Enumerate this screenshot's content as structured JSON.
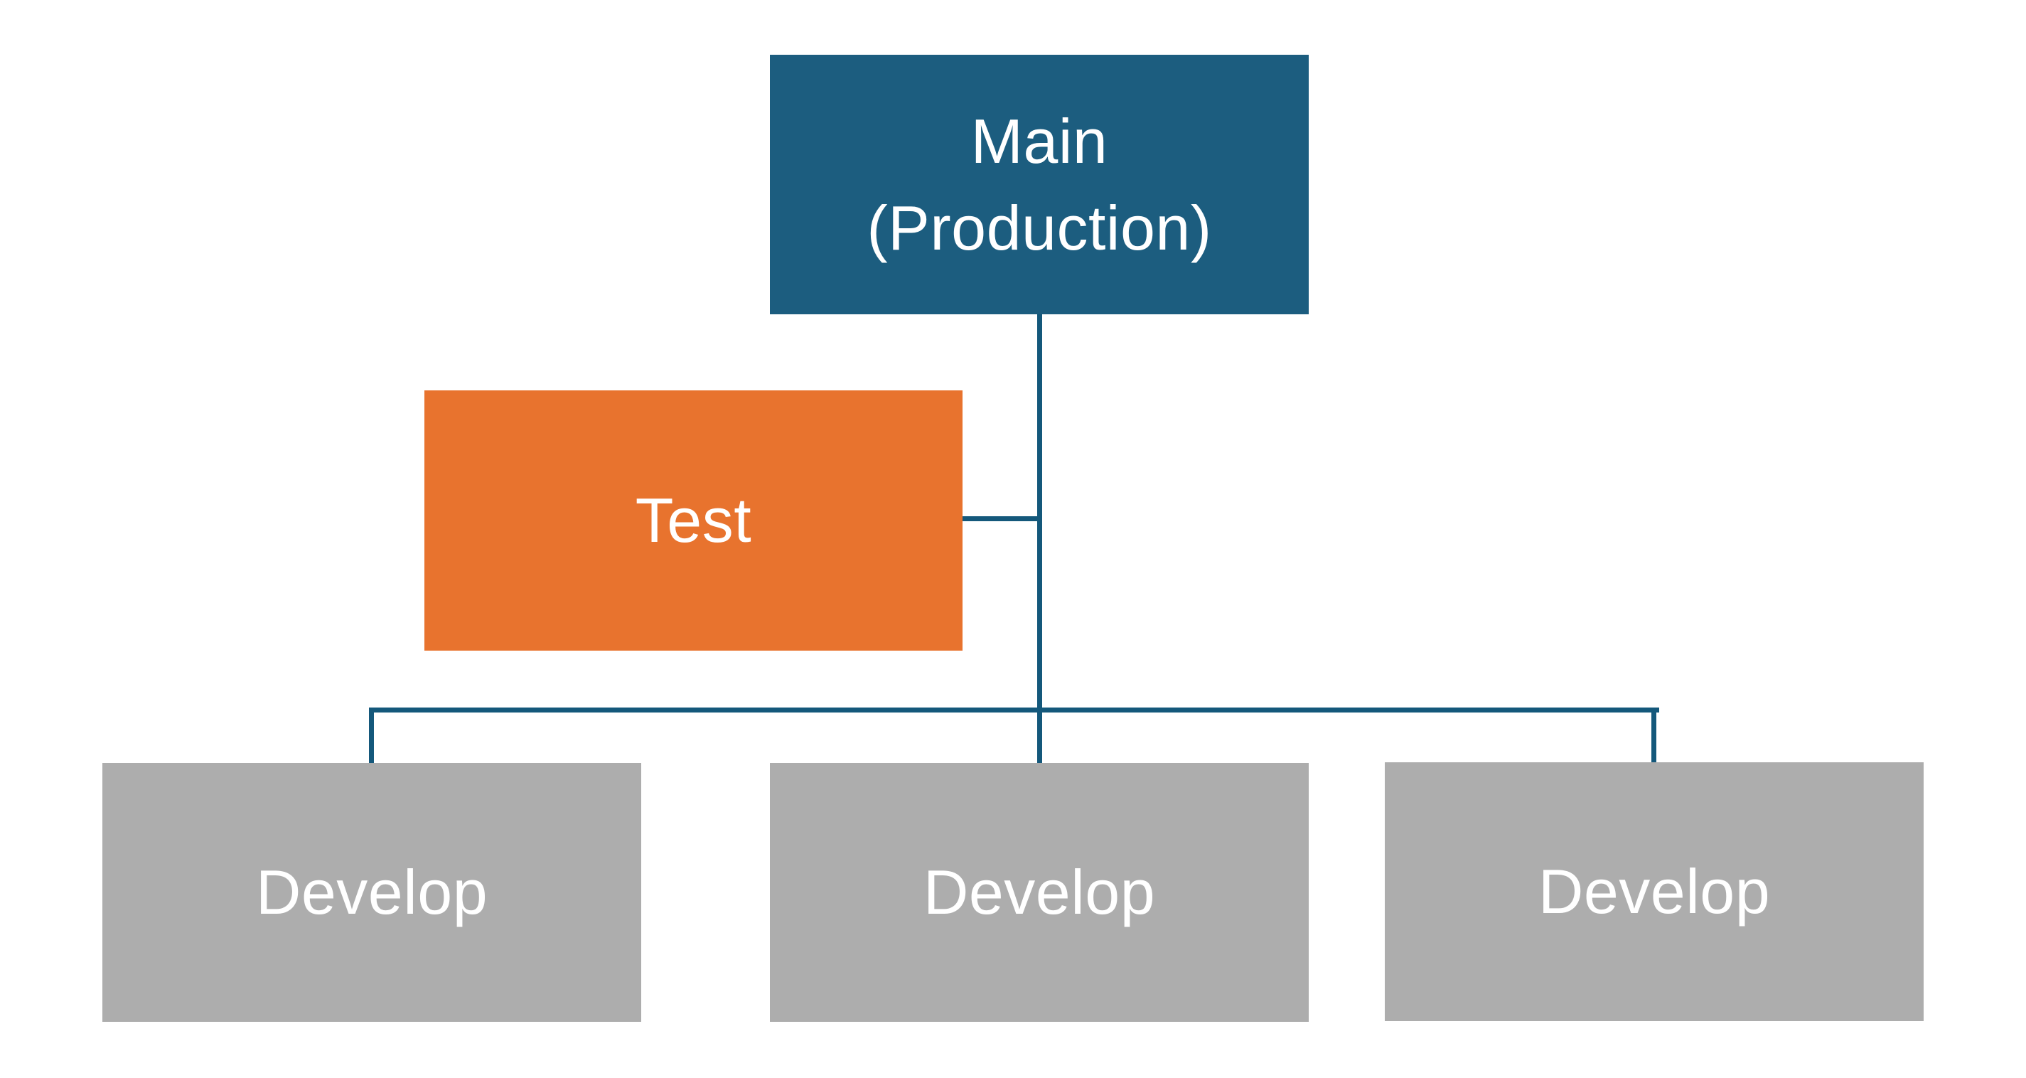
{
  "canvas": {
    "background": "#FFFFFF"
  },
  "colors": {
    "canvas_bg": "#FFFFFF",
    "main_fill": "#1C5D7F",
    "test_fill": "#E8732E",
    "develop_fill": "#ADADAD",
    "connector": "#14587B",
    "label_text": "#FFFFFF"
  },
  "nodes": {
    "main": {
      "line1": "Main",
      "line2": "(Production)"
    },
    "test": {
      "label": "Test"
    },
    "develop_left": {
      "label": "Develop"
    },
    "develop_center": {
      "label": "Develop"
    },
    "develop_right": {
      "label": "Develop"
    }
  }
}
